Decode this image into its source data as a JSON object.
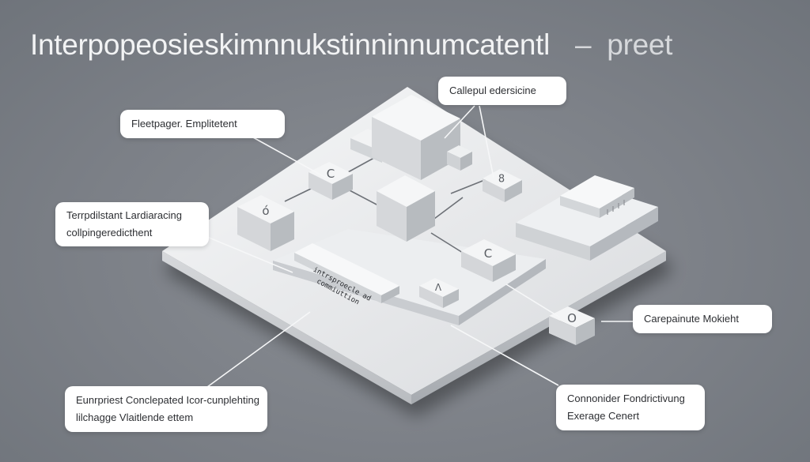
{
  "title": {
    "main": "Interpopeosieskimnnukstinninnumcatentl",
    "separator": "–",
    "suffix": "preet"
  },
  "colors": {
    "background": "#7c8087",
    "platform": "#e6e7e9",
    "callout_bg": "#ffffff",
    "callout_text": "#2d2f33",
    "connector": "#f4f5f6"
  },
  "callouts": [
    {
      "id": "top-left",
      "lines": [
        "Fleetpager. Emplitetent"
      ]
    },
    {
      "id": "top-right",
      "lines": [
        "Callepul edersicine"
      ]
    },
    {
      "id": "mid-left",
      "lines": [
        "Terrpdilstant Lardiaracing",
        "collpingeredicthent"
      ]
    },
    {
      "id": "mid-right",
      "lines": [
        "Carepainute Mokieht"
      ]
    },
    {
      "id": "bottom-left",
      "lines": [
        "Eunrpriest Conclepated Icor-cunplehting",
        "lilchagge Vlaitlende ettem"
      ]
    },
    {
      "id": "bottom-right",
      "lines": [
        "Connonider Fondrictivung",
        "Exerage Cenert"
      ]
    }
  ],
  "block_label": {
    "lines": [
      "intrsproecle ad",
      "commiuttion"
    ]
  },
  "cube_glyphs": [
    {
      "id": "cube-c-upper",
      "glyph": "C"
    },
    {
      "id": "cube-o-left",
      "glyph": "ó"
    },
    {
      "id": "cube-8",
      "glyph": "8"
    },
    {
      "id": "cube-c-lower",
      "glyph": "C"
    },
    {
      "id": "cube-a",
      "glyph": "Λ"
    },
    {
      "id": "cube-o-right",
      "glyph": "O"
    }
  ]
}
